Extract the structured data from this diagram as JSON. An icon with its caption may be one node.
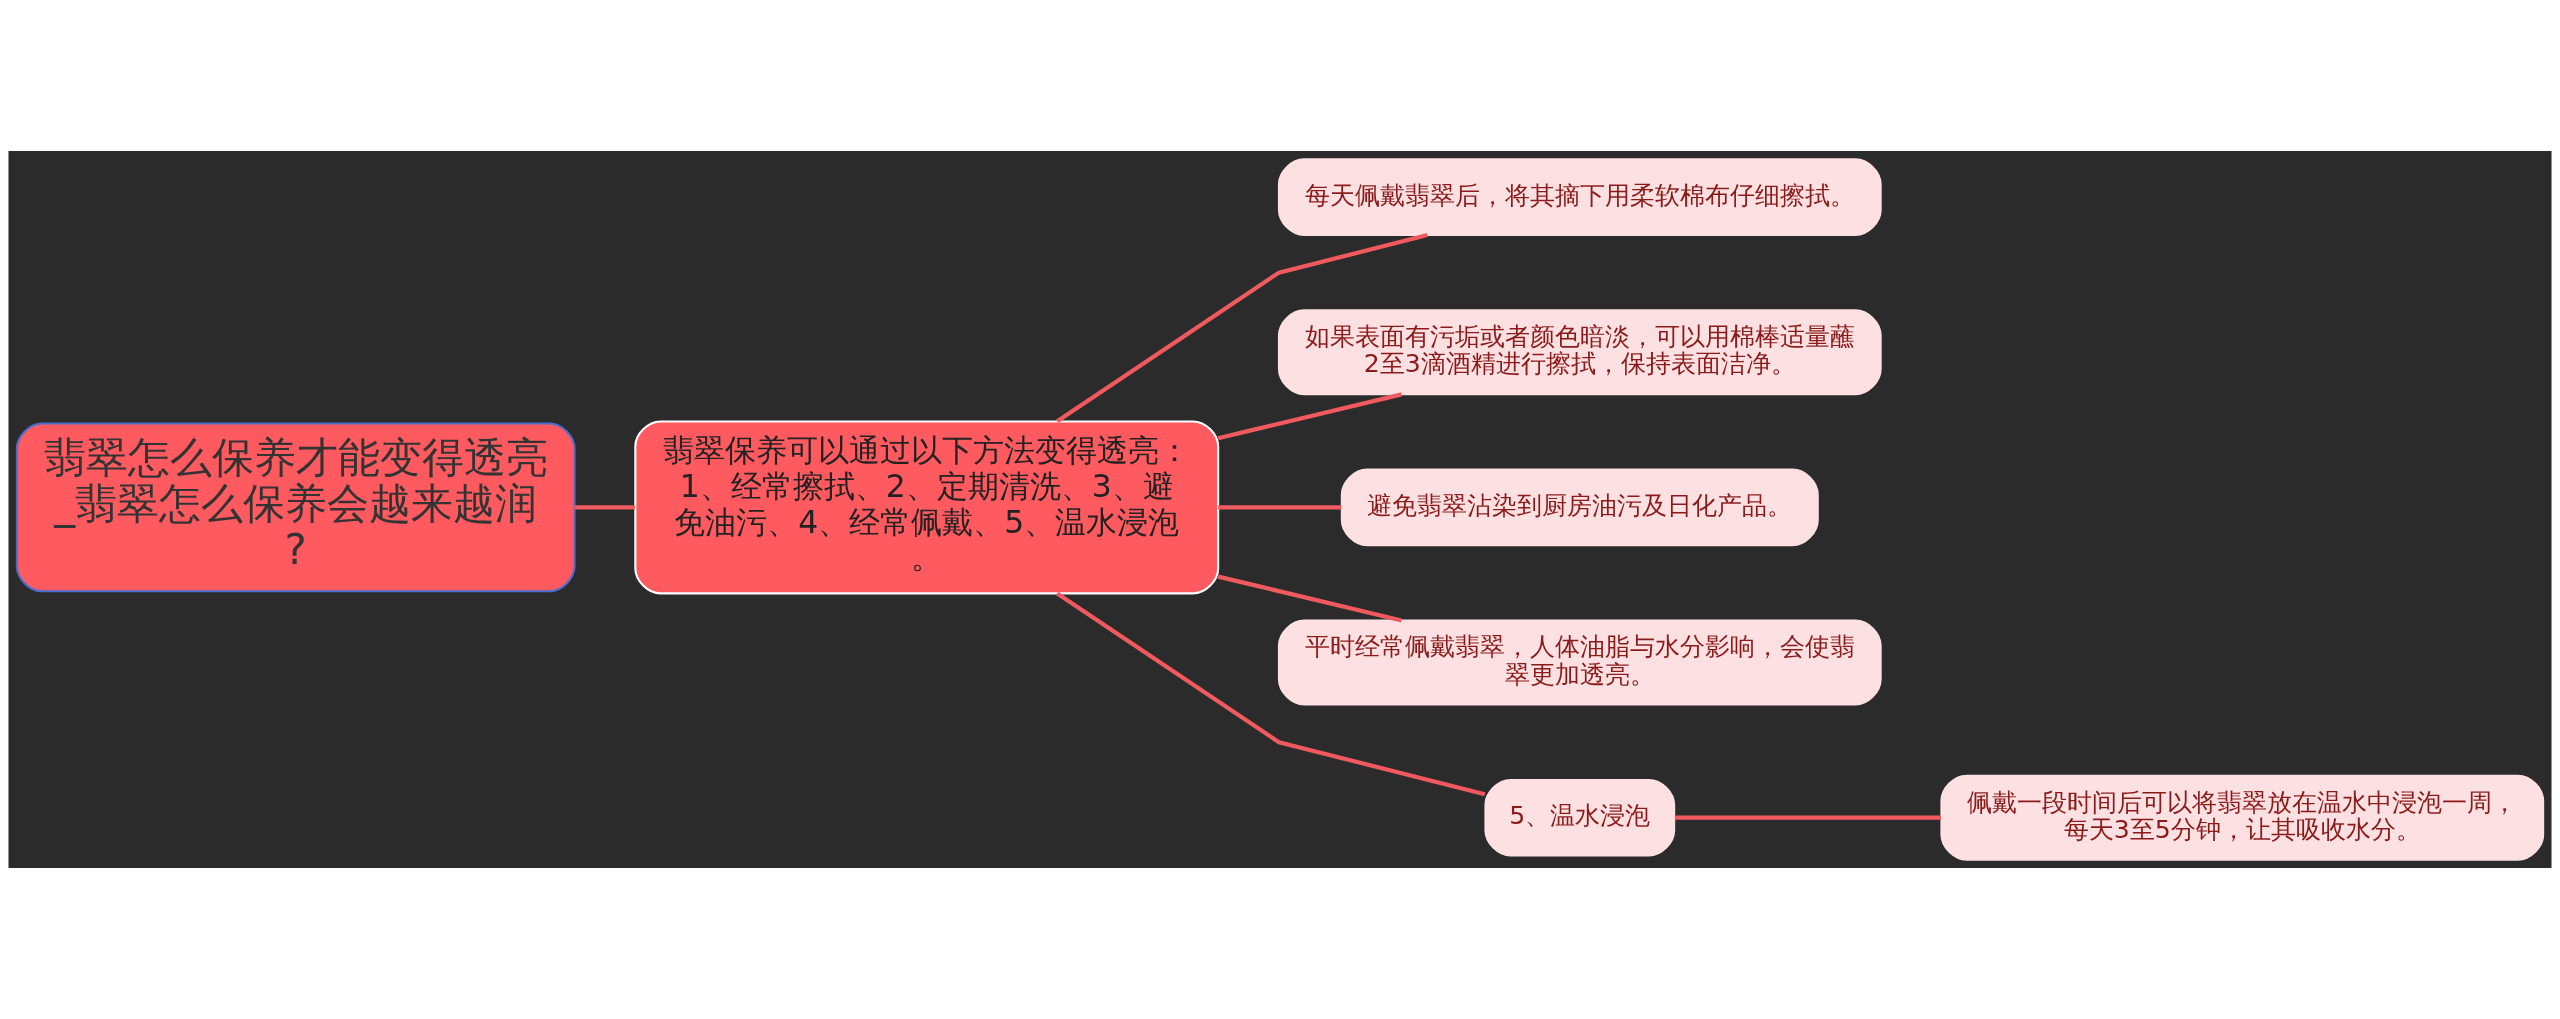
{
  "diagram": {
    "nodes": [
      {
        "text": [
          "翡翠怎么保养才能变得透亮_翡翠怎么保养会越来越润?"
        ]
      },
      {
        "text": [
          "翡翠保养可以通过以下方法变得透亮：1、经常擦拭、2、定期清洗、3、避免油污、4、经常佩戴、5、温水浸泡。"
        ]
      },
      {
        "text": [
          "每天佩戴翡翠后，将其摘下用柔软棉布仔细擦拭。"
        ]
      },
      {
        "text": [
          "如果表面有污垢或者颜色暗淡，可以用棉棒适量蘸2至3滴酒精进行擦拭，保持表面洁净。"
        ]
      },
      {
        "text": [
          "避免翡翠沾染到厨房油污及日化产品。"
        ]
      },
      {
        "text": [
          "平时经常佩戴翡翠，人体油脂与水分影响，会使翡翠更加透亮。"
        ]
      },
      {
        "text": [
          "5、温水浸泡"
        ]
      },
      {
        "text": [
          "佩戴一段时间后可以将翡翠放在温水中浸泡一周，每天3至5分钟，让其吸收水分。"
        ]
      }
    ],
    "edges": [
      {
        "from": 0,
        "to": 1,
        "arrow": "none"
      },
      {
        "from": 1,
        "to": 2,
        "arrow": "none"
      },
      {
        "from": 1,
        "to": 3,
        "arrow": "none"
      },
      {
        "from": 1,
        "to": 4,
        "arrow": "none"
      },
      {
        "from": 1,
        "to": 5,
        "arrow": "none"
      },
      {
        "from": 1,
        "to": 6,
        "arrow": "none"
      },
      {
        "from": 6,
        "to": 7,
        "arrow": "none"
      }
    ]
  }
}
